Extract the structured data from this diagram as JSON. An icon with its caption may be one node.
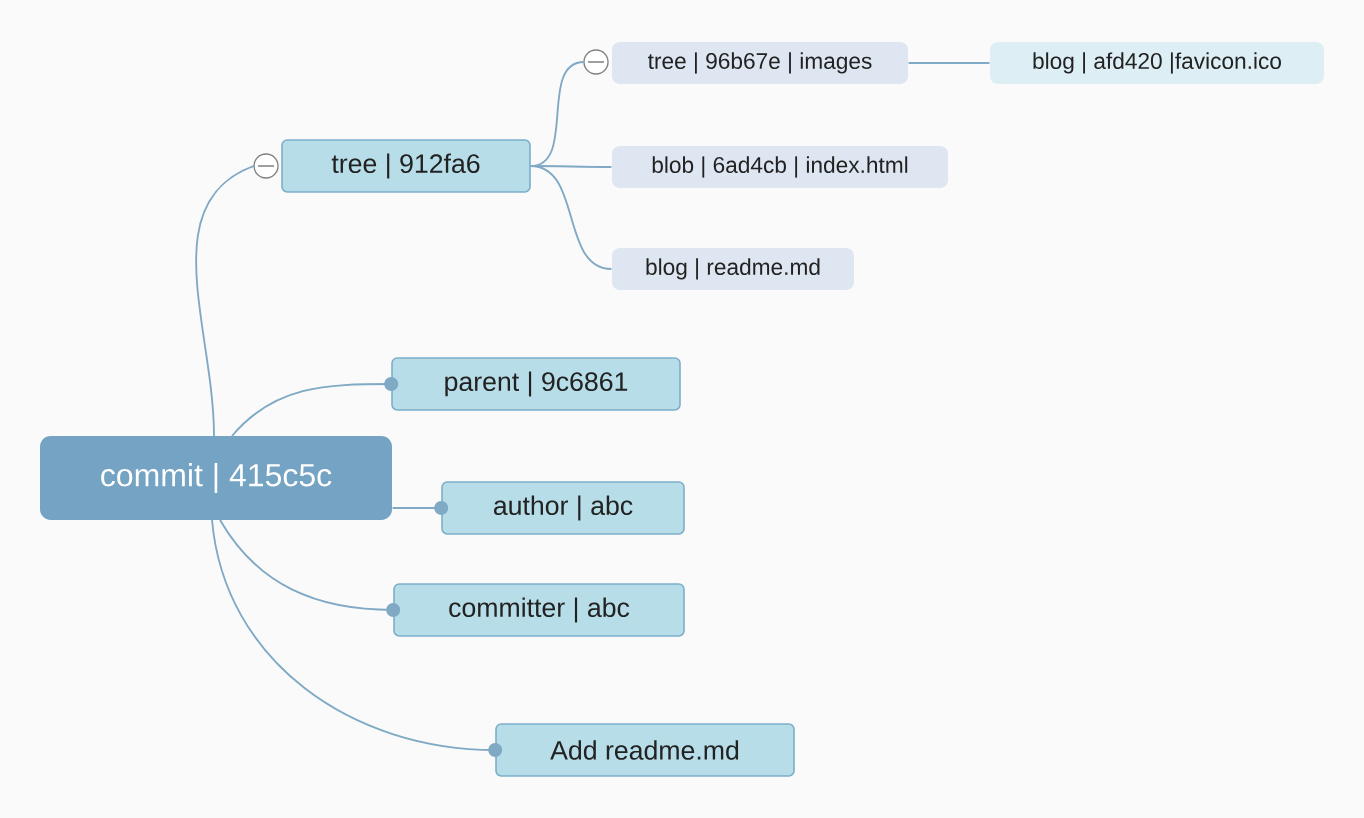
{
  "diagram": {
    "nodes": [
      {
        "text": [
          "commit | 415c5c"
        ]
      },
      {
        "text": [
          "tree | 912fa6"
        ]
      },
      {
        "text": [
          "tree | 96b67e | images"
        ]
      },
      {
        "text": [
          "blog | afd420 |favicon.ico"
        ]
      },
      {
        "text": [
          "blob | 6ad4cb | index.html"
        ]
      },
      {
        "text": [
          "blog | readme.md"
        ]
      },
      {
        "text": [
          "parent | 9c6861"
        ]
      },
      {
        "text": [
          "author | abc"
        ]
      },
      {
        "text": [
          "committer | abc"
        ]
      },
      {
        "text": [
          "Add readme.md"
        ]
      }
    ],
    "edges": [
      {
        "from": 0,
        "to": 1,
        "arrow": "none"
      },
      {
        "from": 1,
        "to": 2,
        "arrow": "none"
      },
      {
        "from": 2,
        "to": 3,
        "arrow": "none"
      },
      {
        "from": 1,
        "to": 4,
        "arrow": "none"
      },
      {
        "from": 1,
        "to": 5,
        "arrow": "none"
      },
      {
        "from": 0,
        "to": 6,
        "arrow": "other"
      },
      {
        "from": 0,
        "to": 7,
        "arrow": "other"
      },
      {
        "from": 0,
        "to": 8,
        "arrow": "other"
      },
      {
        "from": 0,
        "to": 9,
        "arrow": "other"
      }
    ]
  }
}
